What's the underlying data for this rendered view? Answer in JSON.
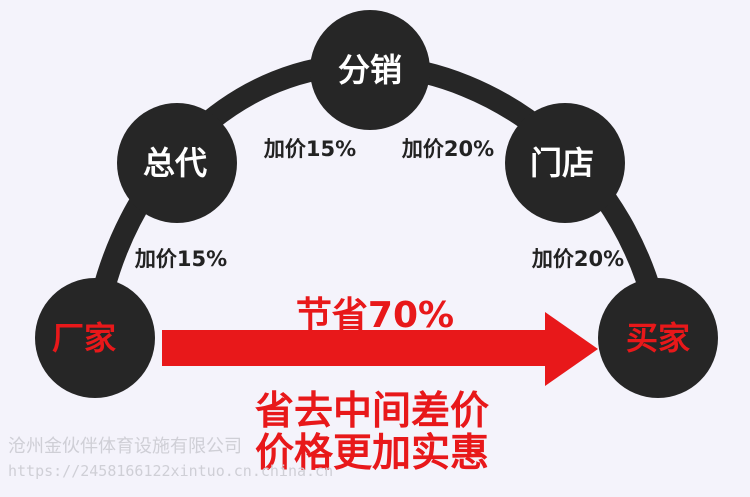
{
  "nodes": {
    "factory": "厂家",
    "general_agent": "总代",
    "distribution": "分销",
    "store": "门店",
    "buyer": "买家"
  },
  "markups": {
    "factory_to_agent": "加价15%",
    "agent_to_distribution": "加价15%",
    "distribution_to_store": "加价20%",
    "store_to_buyer": "加价20%"
  },
  "arrow_label": "节省70%",
  "tagline": {
    "line1": "省去中间差价",
    "line2": "价格更加实惠"
  },
  "watermark": {
    "company": "沧州金伙伴体育设施有限公司",
    "url": "https://2458166122xintuo.cn.china.cn"
  },
  "colors": {
    "node_fill": "#262626",
    "arc": "#262626",
    "accent_red": "#e8181a",
    "background": "#f4f3fb"
  }
}
